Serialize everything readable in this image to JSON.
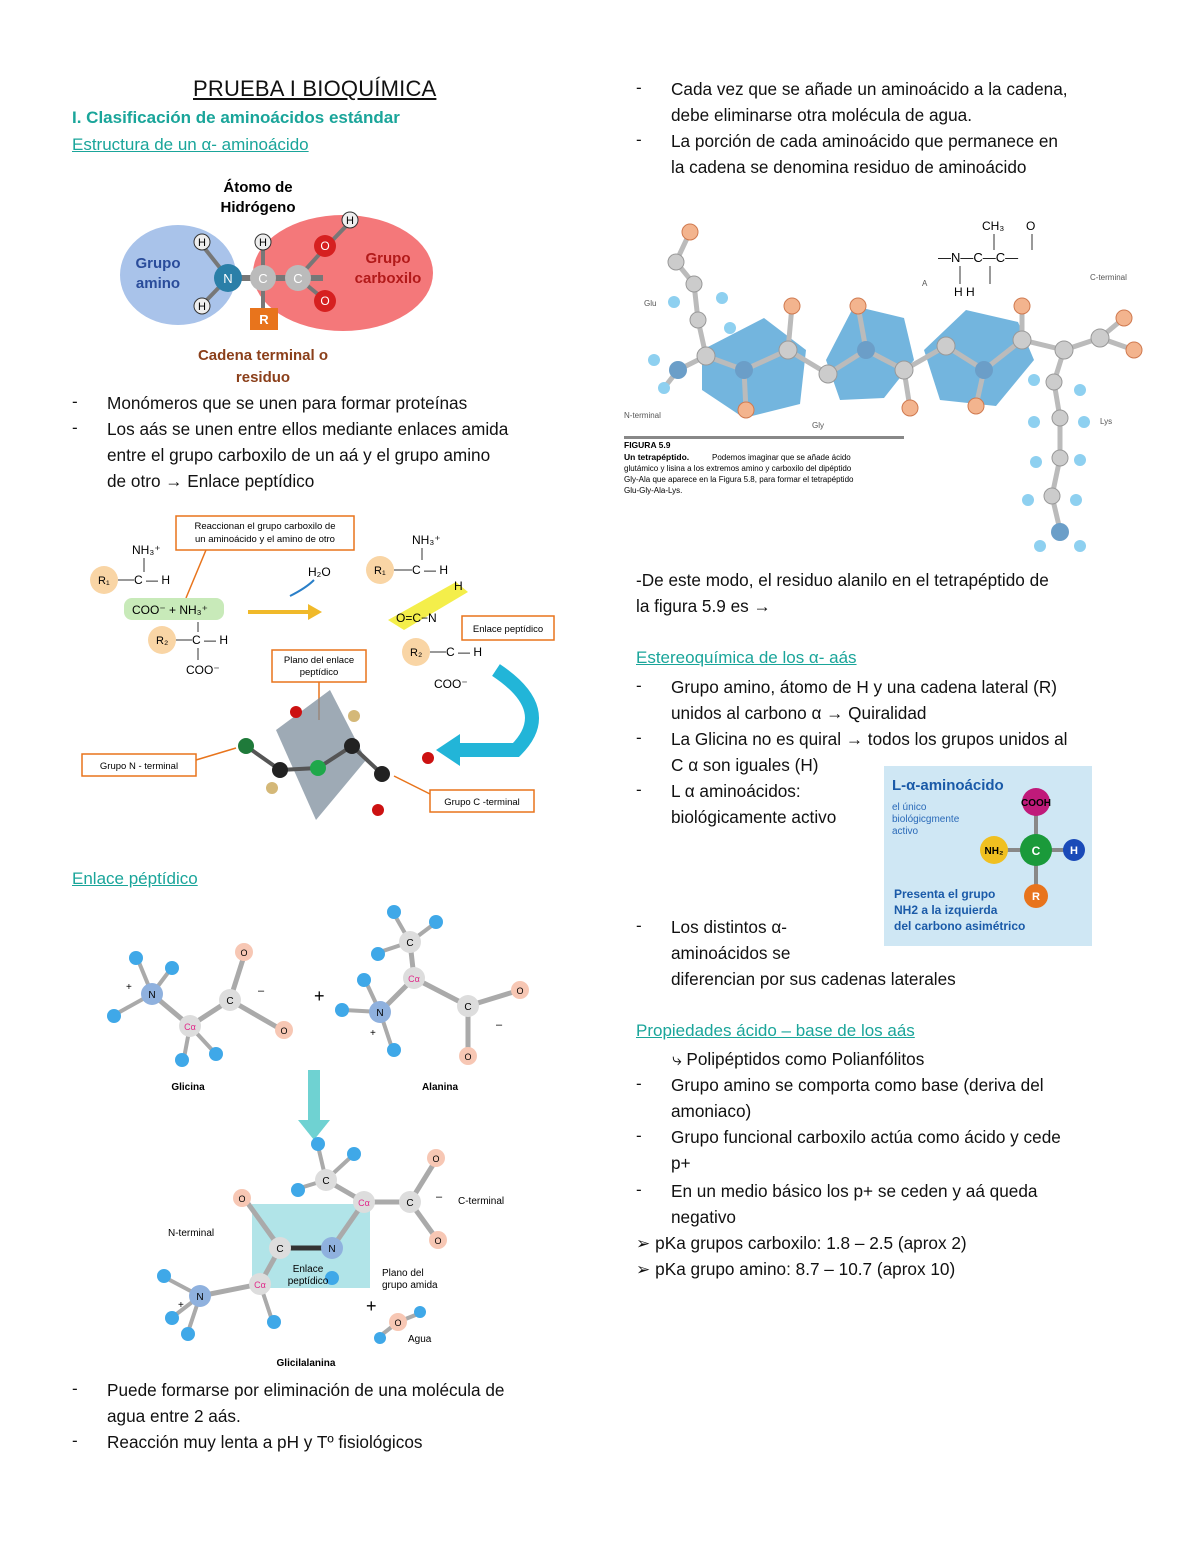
{
  "title": "PRUEBA I BIOQUÍMICA",
  "section1": {
    "heading": "I. Clasificación de aminoácidos estándar",
    "subheading": "Estructura de un α- aminoácido",
    "fig1": {
      "label_h_atom_1": "Átomo de",
      "label_h_atom_2": "Hidrógeno",
      "label_amino_1": "Grupo",
      "label_amino_2": "amino",
      "label_carboxyl_1": "Grupo",
      "label_carboxyl_2": "carboxilo",
      "label_chain_1": "Cadena terminal o",
      "label_chain_2": "residuo",
      "atom_n": "N",
      "atom_c": "C",
      "atom_h": "H",
      "atom_o": "O",
      "atom_r": "R"
    },
    "bullets": [
      "Monómeros que se unen para formar proteínas",
      "Los aás se unen entre ellos mediante enlaces amida",
      "entre el grupo carboxilo de un aá y el grupo amino",
      "de otro → Enlace peptídico"
    ],
    "fig2": {
      "callout_1": "Reaccionan el grupo carboxilo de",
      "callout_2": "un aminoácido y el amino de otro",
      "nh3": "NH₃⁺",
      "r1": "R₁",
      "r2": "R₂",
      "coo_nh3": "COO⁻ + NH₃⁺",
      "coo": "COO⁻",
      "h2o": "H₂O",
      "enlace": "Enlace peptídico",
      "plano_1": "Plano del enlace",
      "plano_2": "peptídico",
      "n_term": "Grupo N - terminal",
      "c_term": "Grupo C -terminal"
    }
  },
  "section2": {
    "subheading": "Enlace péptídico",
    "fig3": {
      "glicina": "Glicina",
      "alanina": "Alanina",
      "glicilalanina": "Glicilalanina",
      "n_terminal": "N-terminal",
      "c_terminal": "C-terminal",
      "enlace_1": "Enlace",
      "enlace_2": "peptídico",
      "plano_1": "Plano del",
      "plano_2": "grupo amida",
      "agua": "Agua"
    },
    "bullets": [
      "Puede formarse por eliminación de una molécula de",
      "agua entre 2 aás.",
      "Reacción muy lenta a pH y Tº fisiológicos"
    ]
  },
  "right": {
    "bullets_top": [
      "Cada vez que se añade un aminoácido a la cadena,",
      "debe eliminarse otra molécula de agua.",
      "La porción de cada aminoácido que permanece en",
      "la cadena se denomina residuo de aminoácido"
    ],
    "fig4": {
      "glu": "Glu",
      "gly": "Gly",
      "lys": "Lys",
      "n_terminal": "N-terminal",
      "c_terminal": "C-terminal",
      "a": "A",
      "ch3": "CH₃",
      "caption_fig": "FIGURA 5.9",
      "caption_bold": "Un tetrapéptido.",
      "caption_1": "Podemos imaginar que se añade ácido",
      "caption_2": "glutámico y lisina a los extremos amino y carboxilo del dipéptido",
      "caption_3": "Gly-Ala que aparece en la Figura 5.8, para formar el tetrapéptido",
      "caption_4": "Glu-Gly-Ala-Lys."
    },
    "para_1": "-De este modo, el residuo alanilo en el tetrapéptido de",
    "para_2": "la figura 5.9 es →",
    "stereo": {
      "subheading": "Estereoquímica de los α- aás",
      "lines": [
        "Grupo amino, átomo de H y una cadena lateral (R)",
        "unidos al carbono α → Quiralidad",
        "La Glicina no es quiral → todos los grupos unidos al",
        "C α son iguales (H)",
        "L α aminoácidos:",
        "biológicamente activo",
        "Los distintos α-",
        "aminoácidos se",
        "diferencian por sus cadenas laterales"
      ],
      "box": {
        "title": "L-α-aminoácido",
        "s1": "el único",
        "s2": "biológicgmente",
        "s3": "activo",
        "cooh": "COOH",
        "nh2": "NH₂",
        "c": "C",
        "h": "H",
        "r": "R",
        "b1": "Presenta el grupo",
        "b2": "NH2 a la izquierda",
        "b3": "del carbono asimétrico"
      }
    },
    "acid": {
      "subheading": "Propiedades ácido – base de los aás",
      "arrow_line": "⤷ Polipéptidos como Polianfólitos",
      "lines": [
        "Grupo amino se comporta como base (deriva del",
        "amoniaco)",
        "Grupo funcional carboxilo actúa como ácido y cede",
        "p+",
        "En un medio básico los p+ se ceden y aá queda",
        "negativo"
      ],
      "pka1": "➢ pKa grupos carboxilo: 1.8 – 2.5 (aprox 2)",
      "pka2": "➢ pKa grupo amino: 8.7 – 10.7 (aprox 10)"
    }
  },
  "colors": {
    "teal": "#1aa59a",
    "blue_ellipse": "#a9c3ea",
    "red_ellipse": "#f4787a",
    "orange_r": "#e8741c",
    "plane_blue": "#5aa8d8"
  }
}
